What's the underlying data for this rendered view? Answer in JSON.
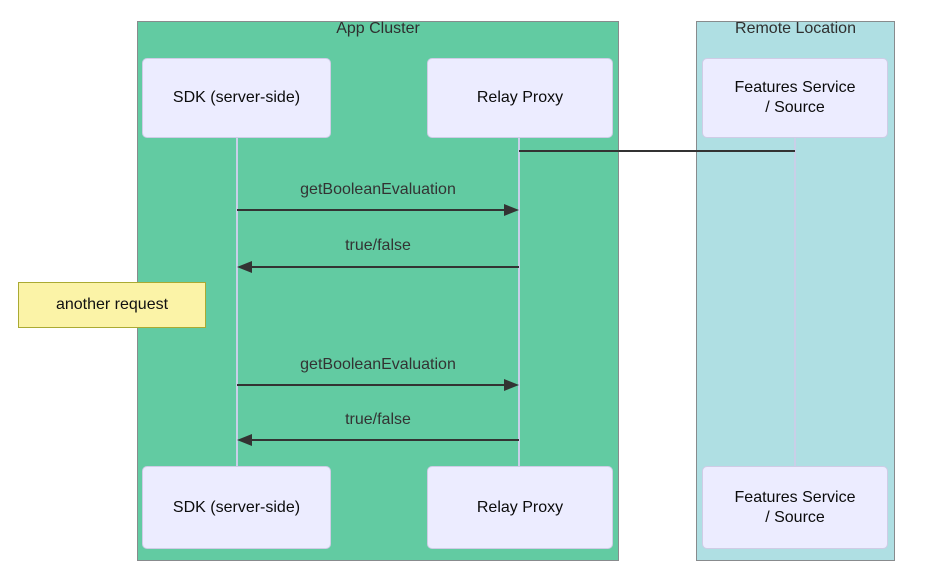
{
  "diagram": {
    "type": "sequence",
    "background": "#ffffff"
  },
  "clusters": [
    {
      "id": "app-cluster",
      "title": "App Cluster",
      "fill": "#62cba2",
      "border": "#888b8d"
    },
    {
      "id": "remote-location",
      "title": "Remote Location",
      "fill": "#afdfe3",
      "border": "#888b8d"
    }
  ],
  "actors": [
    {
      "id": "sdk",
      "label": "SDK (server-side)",
      "cluster": "App Cluster"
    },
    {
      "id": "relay-proxy",
      "label": "Relay Proxy",
      "cluster": "App Cluster"
    },
    {
      "id": "features-service",
      "label": "Features Service / Source",
      "lines": [
        "Features Service",
        "/ Source"
      ],
      "cluster": "Remote Location"
    }
  ],
  "links": [
    {
      "from": "relay-proxy",
      "to": "features-service",
      "style": "plain-line",
      "label": ""
    }
  ],
  "messages": [
    {
      "label": "getBooleanEvaluation",
      "from": "sdk",
      "to": "relay-proxy",
      "direction": "right"
    },
    {
      "label": "true/false",
      "from": "relay-proxy",
      "to": "sdk",
      "direction": "left"
    },
    {
      "label": "getBooleanEvaluation",
      "from": "sdk",
      "to": "relay-proxy",
      "direction": "right"
    },
    {
      "label": "true/false",
      "from": "relay-proxy",
      "to": "sdk",
      "direction": "left"
    }
  ],
  "note": {
    "text": "another request",
    "position": "left of sdk"
  },
  "colors": {
    "actor_fill": "#ececff",
    "actor_border": "#cfcce6",
    "lifeline": "#c9cfe8",
    "arrow": "#333333",
    "note_fill": "#fbf3a7",
    "note_border": "#aaaa33",
    "text": "#0b0b0b"
  }
}
